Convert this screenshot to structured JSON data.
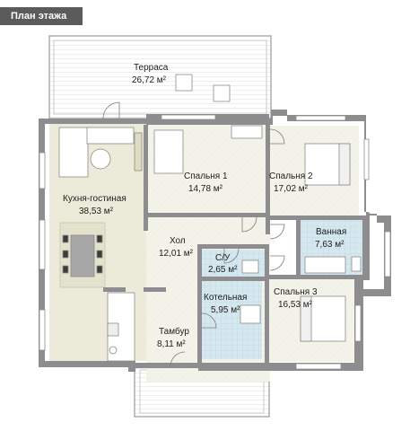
{
  "title": "План этажа",
  "rooms": [
    {
      "name": "Терраса",
      "area": "26,72 м²"
    },
    {
      "name": "Кухня-гостиная",
      "area": "38,53 м²"
    },
    {
      "name": "Спальня 1",
      "area": "14,78 м²"
    },
    {
      "name": "Спальня 2",
      "area": "17,02 м²"
    },
    {
      "name": "Ванная",
      "area": "7,63 м²"
    },
    {
      "name": "Хол",
      "area": "12,01 м²"
    },
    {
      "name": "С/У",
      "area": "2,65 м²"
    },
    {
      "name": "Котельная",
      "area": "5,95 м²"
    },
    {
      "name": "Спальня 3",
      "area": "16,53 м²"
    },
    {
      "name": "Тамбур",
      "area": "8,11 м²"
    }
  ],
  "colors": {
    "wall": "#8d8d8f",
    "floor_light": "#f4f3ea",
    "floor_kitchen": "#ecebd9",
    "tile_blue": "#d5e7ef",
    "terrace_hatch": "#c9c9c9"
  }
}
